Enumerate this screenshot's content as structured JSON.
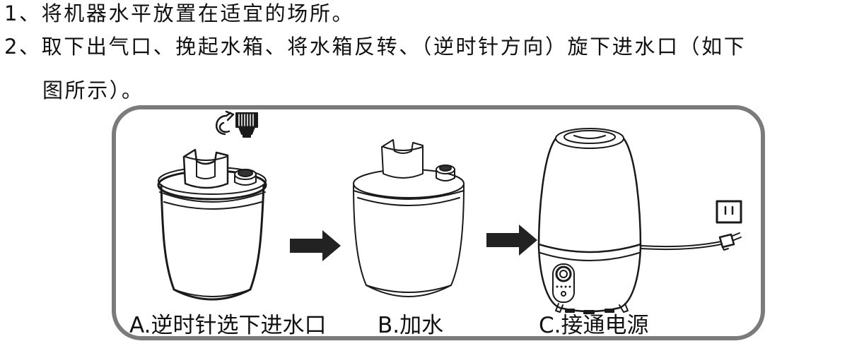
{
  "instructions": {
    "step1": "1、将机器水平放置在适宜的场所。",
    "step2_line1": "2、取下出气口、挽起水箱、将水箱反转、（逆时针方向）旋下进水口（如下",
    "step2_line2": "图所示）。"
  },
  "figures": [
    {
      "caption": "A.逆时针选下进水口"
    },
    {
      "caption": "B.加水"
    },
    {
      "caption": "C.接通电源"
    }
  ]
}
